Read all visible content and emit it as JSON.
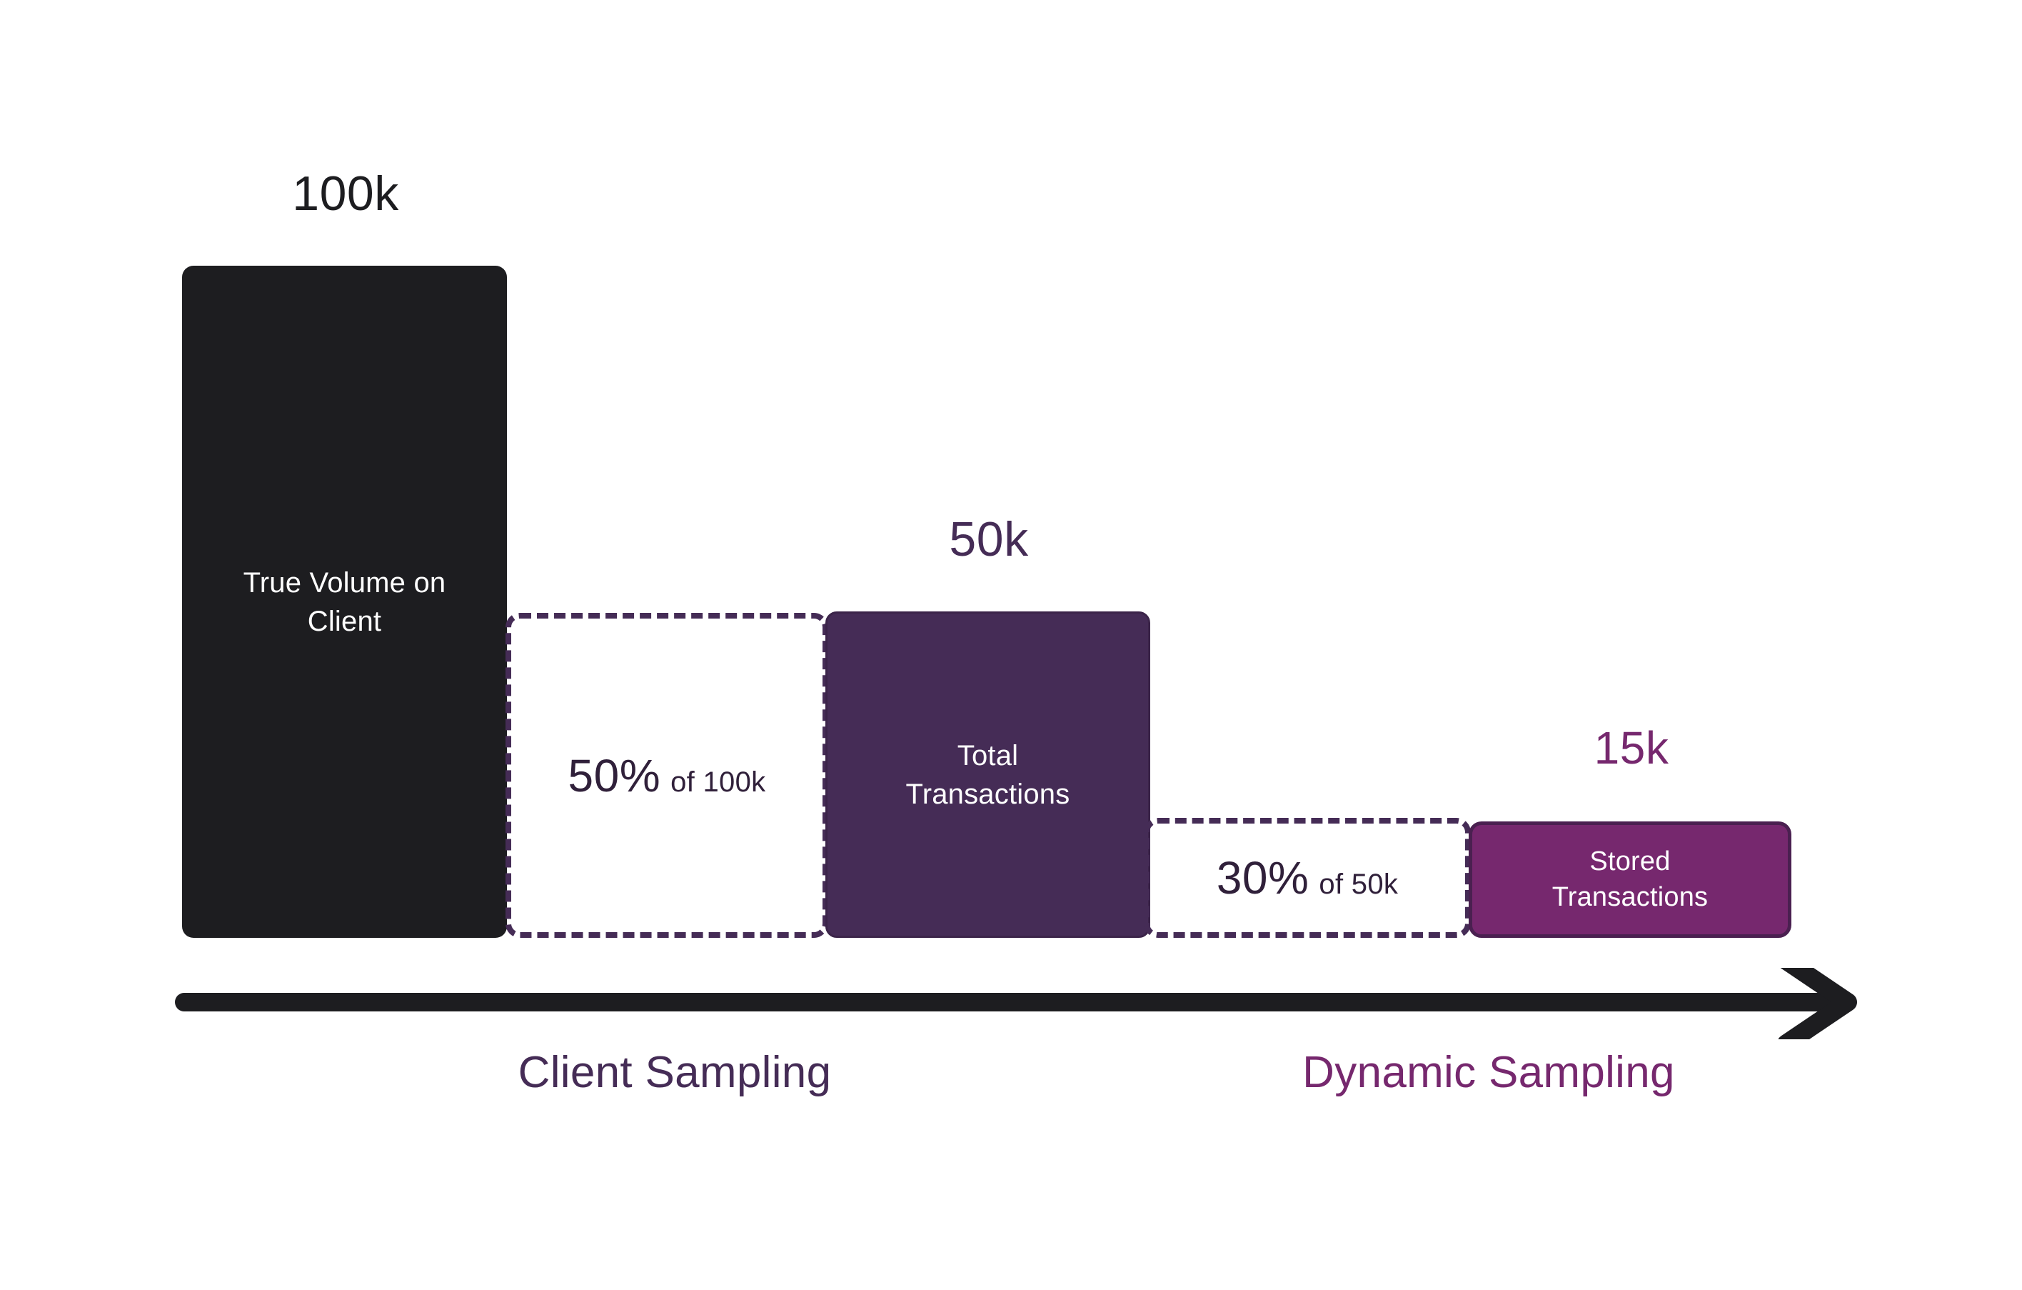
{
  "chart_data": {
    "type": "bar",
    "title": "",
    "subtitle": "",
    "xlabel": "",
    "ylabel": "",
    "categories": [
      "True Volume on Client",
      "Total Transactions",
      "Stored Transactions"
    ],
    "values": [
      100000,
      50000,
      15000
    ],
    "value_labels": [
      "100k",
      "50k",
      "15k"
    ],
    "grid": false,
    "legend": "none",
    "stages": [
      {
        "name": "client-sampling",
        "label": "Client Sampling",
        "rate_big": "50%",
        "rate_small": "of 100k",
        "input": "100k",
        "output": "50k",
        "color": "#452C56"
      },
      {
        "name": "dynamic-sampling",
        "label": "Dynamic Sampling",
        "rate_big": "30%",
        "rate_small": "of 50k",
        "input": "50k",
        "output": "15k",
        "color": "#76286E"
      }
    ],
    "annotations": [
      "50% of 100k",
      "30% of 50k"
    ]
  },
  "bars": [
    {
      "id": "true-volume",
      "value_caption": "100k",
      "inner_label": "True Volume on\nClient",
      "fill": "#1D1D20",
      "text_color": "#FFFFFF"
    },
    {
      "id": "total-transactions",
      "value_caption": "50k",
      "inner_label": "Total\nTransactions",
      "fill": "#452C56",
      "text_color": "#FFFFFF"
    },
    {
      "id": "stored-transactions",
      "value_caption": "15k",
      "inner_label": "Stored\nTransactions",
      "fill": "#76286E",
      "text_color": "#FFFFFF"
    }
  ],
  "regions": [
    {
      "id": "client-sampling",
      "pct": "50%",
      "of": "of 100k",
      "border_color": "#452C56"
    },
    {
      "id": "dynamic-sampling",
      "pct": "30%",
      "of": "of 50k",
      "border_color": "#452C56"
    }
  ],
  "axis": {
    "arrow_icon": "arrow-right-icon",
    "color": "#1D1D20"
  },
  "phases": [
    {
      "id": "client",
      "label": "Client Sampling",
      "color": "#452C56"
    },
    {
      "id": "dynamic",
      "label": "Dynamic Sampling",
      "color": "#76286E"
    }
  ],
  "colors": {
    "background": "#FFFFFF",
    "black": "#1D1D20",
    "deep_purple": "#452C56",
    "bright_purple": "#76286E",
    "text_dark": "#30203A"
  }
}
